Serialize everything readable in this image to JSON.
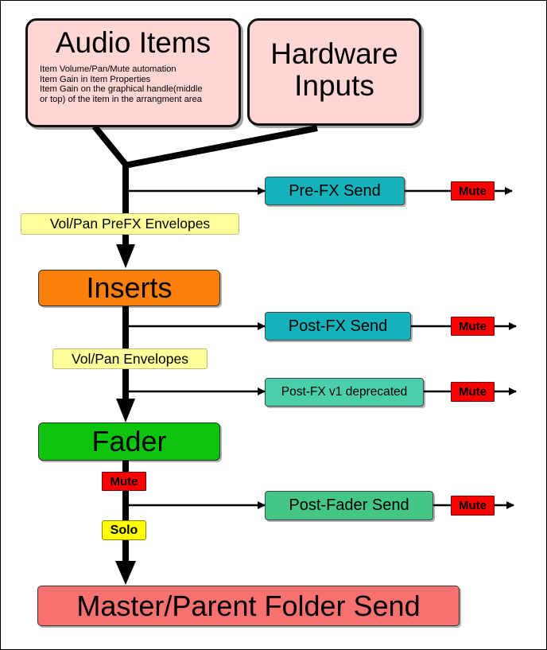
{
  "colors": {
    "source_fill": "#fed7d5",
    "inserts_fill": "#fd7f0c",
    "fader_fill": "#0cc40c",
    "master_fill": "#f87171",
    "send_teal": "#14b3bb",
    "send_mint": "#4bcfab",
    "send_green": "#44c786",
    "envelope_fill": "#ffff9c",
    "mute_fill": "#ff0000",
    "solo_fill": "#ffff00",
    "wire": "#000000"
  },
  "sources": {
    "audio_items": {
      "title": "Audio Items",
      "notes": [
        "Item Volume/Pan/Mute automation",
        "Item Gain in Item Properties",
        "Item Gain on the graphical handle(middle",
        "or top) of the item in the arrangment area"
      ]
    },
    "hardware_inputs": {
      "title_line1": "Hardware",
      "title_line2": "Inputs"
    }
  },
  "chain": {
    "inserts": "Inserts",
    "fader": "Fader",
    "master": "Master/Parent Folder Send"
  },
  "envelopes": {
    "prefx": "Vol/Pan PreFX Envelopes",
    "postfx": "Vol/Pan Envelopes"
  },
  "main_tags": {
    "mute": "Mute",
    "solo": "Solo"
  },
  "sends": [
    {
      "label": "Pre-FX Send",
      "mute": "Mute"
    },
    {
      "label": "Post-FX Send",
      "mute": "Mute"
    },
    {
      "label": "Post-FX v1 deprecated",
      "mute": "Mute"
    },
    {
      "label": "Post-Fader Send",
      "mute": "Mute"
    }
  ]
}
